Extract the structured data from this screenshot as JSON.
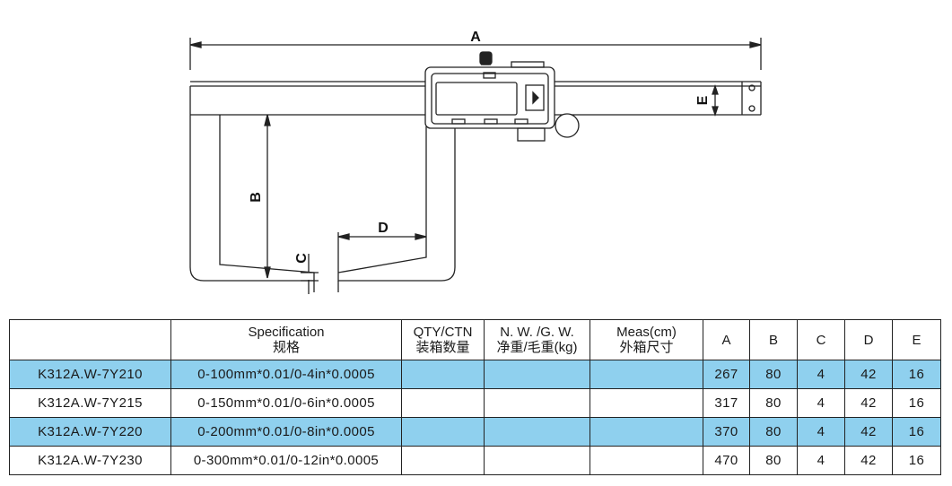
{
  "drawing": {
    "labels": {
      "a": "A",
      "b": "B",
      "c": "C",
      "d": "D",
      "e": "E"
    }
  },
  "table": {
    "headers": [
      {
        "en": "",
        "cn": ""
      },
      {
        "en": "Specification",
        "cn": "规格"
      },
      {
        "en": "QTY/CTN",
        "cn": "装箱数量"
      },
      {
        "en": "N. W. /G. W.",
        "cn": "净重/毛重(kg)"
      },
      {
        "en": "Meas(cm)",
        "cn": "外箱尺寸"
      },
      {
        "en": "A",
        "cn": ""
      },
      {
        "en": "B",
        "cn": ""
      },
      {
        "en": "C",
        "cn": ""
      },
      {
        "en": "D",
        "cn": ""
      },
      {
        "en": "E",
        "cn": ""
      }
    ],
    "rows": [
      {
        "model": "K312A.W-7Y210",
        "spec": "0-100mm*0.01/0-4in*0.0005",
        "qty": "",
        "weight": "",
        "meas": "",
        "a": "267",
        "b": "80",
        "c": "4",
        "d": "42",
        "e": "16",
        "highlight": true
      },
      {
        "model": "K312A.W-7Y215",
        "spec": "0-150mm*0.01/0-6in*0.0005",
        "qty": "",
        "weight": "",
        "meas": "",
        "a": "317",
        "b": "80",
        "c": "4",
        "d": "42",
        "e": "16",
        "highlight": false
      },
      {
        "model": "K312A.W-7Y220",
        "spec": "0-200mm*0.01/0-8in*0.0005",
        "qty": "",
        "weight": "",
        "meas": "",
        "a": "370",
        "b": "80",
        "c": "4",
        "d": "42",
        "e": "16",
        "highlight": true
      },
      {
        "model": "K312A.W-7Y230",
        "spec": "0-300mm*0.01/0-12in*0.0005",
        "qty": "",
        "weight": "",
        "meas": "",
        "a": "470",
        "b": "80",
        "c": "4",
        "d": "42",
        "e": "16",
        "highlight": false
      }
    ],
    "highlight_color": "#8fd0ee"
  }
}
